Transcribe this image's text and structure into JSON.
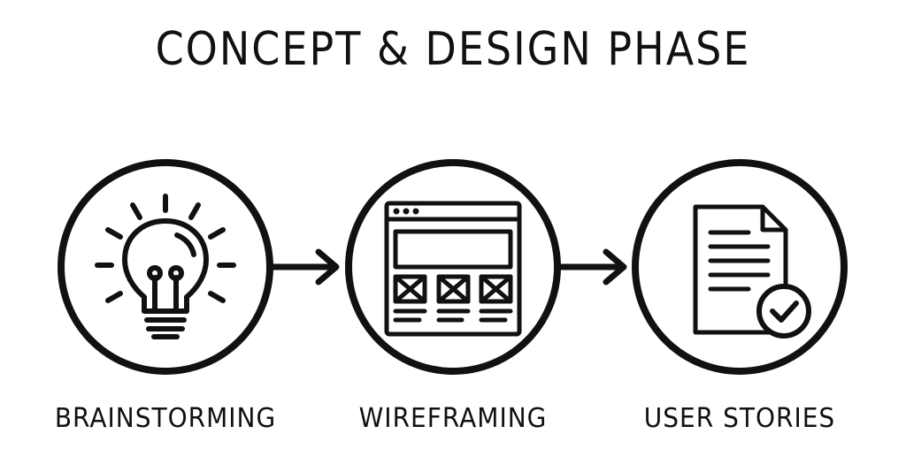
{
  "title": "CONCEPT & DESIGN PHASE",
  "steps": [
    {
      "label": "BRAINSTORMING",
      "icon": "light-bulb-icon"
    },
    {
      "label": "WIREFRAMING",
      "icon": "wireframe-icon"
    },
    {
      "label": "USER STORIES",
      "icon": "document-check-icon"
    }
  ],
  "colors": {
    "stroke": "#111111",
    "background": "#ffffff"
  }
}
